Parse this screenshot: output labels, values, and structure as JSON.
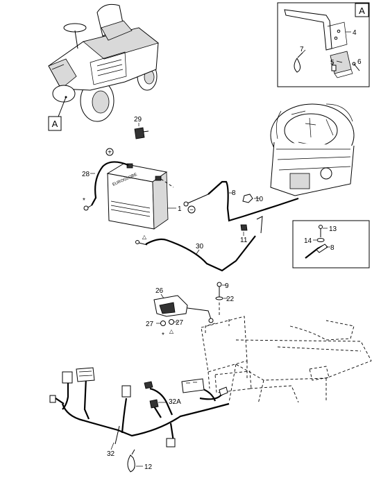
{
  "inset": {
    "letter": "A"
  },
  "mower_pointer": {
    "letter": "A"
  },
  "callouts": [
    {
      "id": "1",
      "text": "1"
    },
    {
      "id": "4",
      "text": "4"
    },
    {
      "id": "5",
      "text": "5"
    },
    {
      "id": "6",
      "text": "6"
    },
    {
      "id": "7",
      "text": "7"
    },
    {
      "id": "8a",
      "text": "8"
    },
    {
      "id": "8b",
      "text": "8"
    },
    {
      "id": "9",
      "text": "9"
    },
    {
      "id": "10",
      "text": "10"
    },
    {
      "id": "11",
      "text": "11"
    },
    {
      "id": "12",
      "text": "12"
    },
    {
      "id": "13",
      "text": "13"
    },
    {
      "id": "14",
      "text": "14"
    },
    {
      "id": "22",
      "text": "22"
    },
    {
      "id": "26",
      "text": "26"
    },
    {
      "id": "27a",
      "text": "27"
    },
    {
      "id": "27b",
      "text": "27"
    },
    {
      "id": "28",
      "text": "28"
    },
    {
      "id": "29",
      "text": "29"
    },
    {
      "id": "30",
      "text": "30"
    },
    {
      "id": "32",
      "text": "32"
    },
    {
      "id": "32A",
      "text": "32A"
    }
  ],
  "battery": {
    "brand": "EUROGLOBE"
  },
  "symbols": {
    "plus": "+",
    "minus": "−",
    "star": "*",
    "triangle": "△"
  }
}
